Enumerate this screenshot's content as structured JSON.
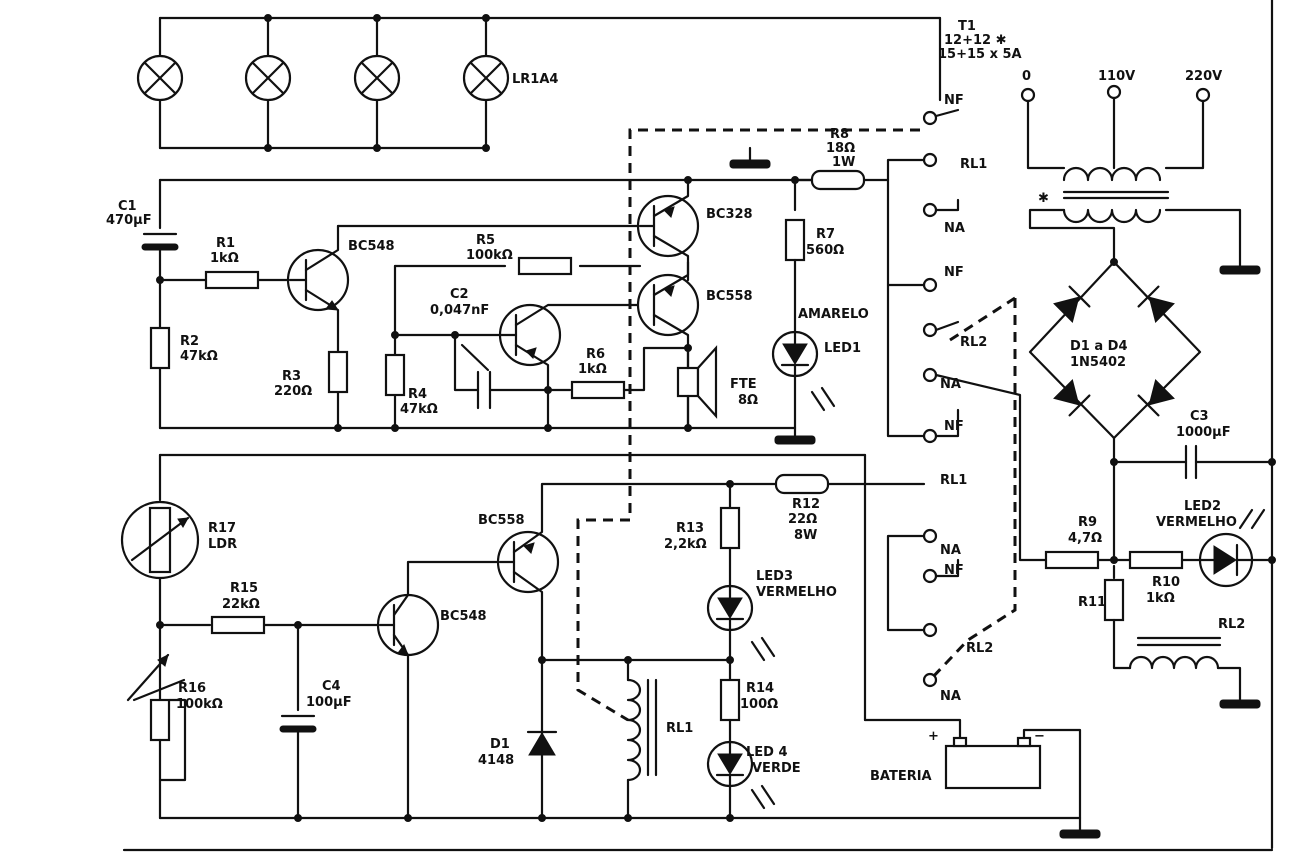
{
  "colors": {
    "ink": "#111111",
    "paper": "#ffffff"
  },
  "labels": {
    "t1_title": "T1",
    "t1_secondary": "12+12 ✱",
    "t1_rating": "15+15 x 5A",
    "mains_0": "0",
    "mains_110": "110V",
    "mains_220": "220V",
    "lamps": "LR1A4",
    "r8_name": "R8",
    "r8_value": "18Ω",
    "r8_power": "1W",
    "nf": "NF",
    "na": "NA",
    "rl1": "RL1",
    "rl2": "RL2",
    "c1_name": "C1",
    "c1_value": "470µF",
    "r1_name": "R1",
    "r1_value": "1kΩ",
    "bc548": "BC548",
    "bc328": "BC328",
    "bc558": "BC558",
    "r5_name": "R5",
    "r5_value": "100kΩ",
    "r7_name": "R7",
    "r7_value": "560Ω",
    "c2_name": "C2",
    "c2_value": "0,047nF",
    "r2_name": "R2",
    "r2_value": "47kΩ",
    "r3_name": "R3",
    "r3_value": "220Ω",
    "r4_name": "R4",
    "r4_value": "47kΩ",
    "r6_name": "R6",
    "r6_value": "1kΩ",
    "amarelo": "AMARELO",
    "led1": "LED1",
    "fte_name": "FTE",
    "fte_value": "8Ω",
    "d_bridge_name": "D1 a D4",
    "d_bridge_value": "1N5402",
    "c3_name": "C3",
    "c3_value": "1000µF",
    "r17_name": "R17",
    "r17_type": "LDR",
    "r12_name": "R12",
    "r12_value": "22Ω",
    "r12_power": "8W",
    "r13_name": "R13",
    "r13_value": "2,2kΩ",
    "led2": "LED2",
    "vermelho": "VERMELHO",
    "r9_name": "R9",
    "r9_value": "4,7Ω",
    "r15_name": "R15",
    "r15_value": "22kΩ",
    "led3": "LED3",
    "r11_name": "R11",
    "r10_name": "R10",
    "r10_value": "1kΩ",
    "r16_name": "R16",
    "r16_value": "100kΩ",
    "c4_name": "C4",
    "c4_value": "100µF",
    "r14_name": "R14",
    "r14_value": "100Ω",
    "d1_name": "D1",
    "d1_value": "4148",
    "led4": "LED 4",
    "verde": "VERDE",
    "bateria": "BATERIA",
    "plus": "+",
    "minus": "−"
  }
}
